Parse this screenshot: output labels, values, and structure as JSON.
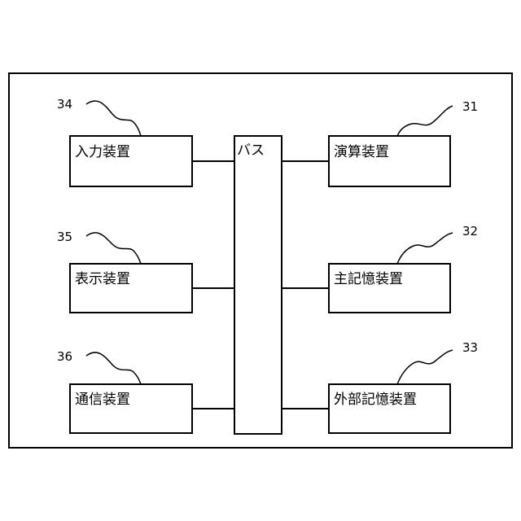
{
  "bus": {
    "label": "バス"
  },
  "left_units": [
    {
      "label": "入力装置",
      "ref": "34"
    },
    {
      "label": "表示装置",
      "ref": "35"
    },
    {
      "label": "通信装置",
      "ref": "36"
    }
  ],
  "right_units": [
    {
      "label": "演算装置",
      "ref": "31"
    },
    {
      "label": "主記憶装置",
      "ref": "32"
    },
    {
      "label": "外部記憶装置",
      "ref": "33"
    }
  ]
}
